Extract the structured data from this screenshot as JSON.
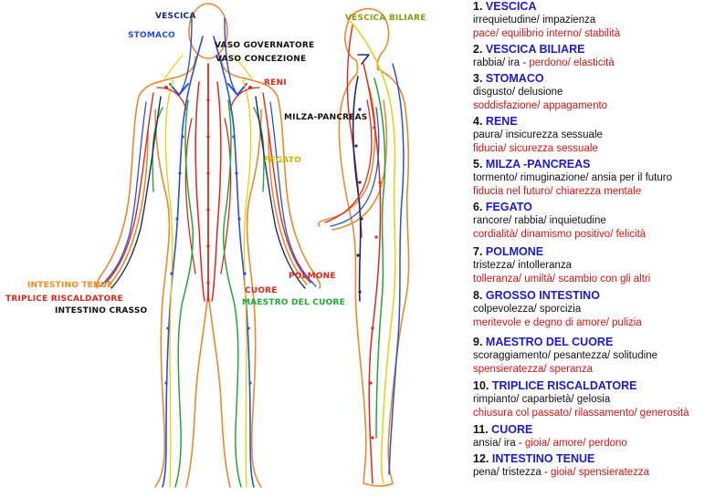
{
  "colors": {
    "meridian_red": "#e0261b",
    "meridian_blue": "#2a4fd8",
    "meridian_green": "#23a636",
    "meridian_yellow": "#e6d21a",
    "meridian_orange": "#f08a1c",
    "meridian_navy": "#1a2a6e",
    "outline": "#e88a30",
    "number": "#111111",
    "name": "#1b1bcc",
    "negative": "#111111",
    "positive": "#d41414"
  },
  "labels": {
    "vescica": "VESCICA",
    "stomaco": "STOMACO",
    "vaso_governatore": "VASO GOVERNATORE",
    "vaso_concezione": "VASO CONCEZIONE",
    "reni": "RENI",
    "milza_pancreas": "MILZA-PANCREAS",
    "fegato": "FEGATO",
    "intestino_tenue": "INTESTINO TENUE",
    "triplice_riscaldatore": "TRIPLICE RISCALDATORE",
    "intestino_crasso": "INTESTINO CRASSO",
    "polmone": "POLMONE",
    "cuore": "CUORE",
    "maestro_del_cuore": "MAESTRO DEL CUORE",
    "vescica_biliare": "VESCICA BILIARE"
  },
  "legend": [
    {
      "num": "1.",
      "name": "VESCICA",
      "neg": "irrequietudine/ impazienza",
      "sep": "",
      "pos": "pace/ equilibrio interno/ stabilità"
    },
    {
      "num": "2.",
      "name": "VESCICA BILIARE",
      "neg": "rabbia/ ira",
      "sep": " - ",
      "pos": "perdono/ elasticità"
    },
    {
      "num": "3.",
      "name": "STOMACO",
      "neg": "disgusto/ delusione",
      "sep": "",
      "pos": "soddisfazione/ appagamento"
    },
    {
      "num": "4.",
      "name": "RENE",
      "neg": "paura/ insicurezza sessuale",
      "sep": "",
      "pos": "fiducia/ sicurezza sessuale"
    },
    {
      "num": "5.",
      "name": "MILZA -PANCREAS",
      "neg": "tormento/ rimuginazione/ ansia per il futuro",
      "sep": "",
      "pos": "fiducia nel futuro/ chiarezza mentale"
    },
    {
      "num": "6.",
      "name": "FEGATO",
      "neg": "rancore/ rabbia/ inquietudine",
      "sep": "",
      "pos": "cordialità/ dinamismo positivo/ felicità"
    },
    {
      "num": "7.",
      "name": "POLMONE",
      "neg": "tristezza/ intolleranza",
      "sep": "",
      "pos": "tolleranza/ umiltà/ scambio con gli altri"
    },
    {
      "num": "8.",
      "name": "GROSSO INTESTINO",
      "neg": "colpevolezza/ sporcizia",
      "sep": "",
      "pos": "meritevole e degno di amore/ pulizia"
    },
    {
      "num": "9.",
      "name": "MAESTRO DEL CUORE",
      "neg": "scoraggiamento/ pesantezza/ solitudine",
      "sep": "",
      "pos": "spensieratezza/ speranza"
    },
    {
      "num": "10.",
      "name": "TRIPLICE RISCALDATORE",
      "neg": "rimpianto/ caparbietà/ gelosia",
      "sep": "",
      "pos": "chiusura col passato/ rilassamento/ generosità"
    },
    {
      "num": "11.",
      "name": "CUORE",
      "neg": "ansia/ ira",
      "sep": " - ",
      "pos": "gioia/ amore/ perdono"
    },
    {
      "num": "12.",
      "name": "INTESTINO TENUE",
      "neg": "pena/ tristezza",
      "sep": " - ",
      "pos": "gioia/ spensieratezza"
    }
  ]
}
